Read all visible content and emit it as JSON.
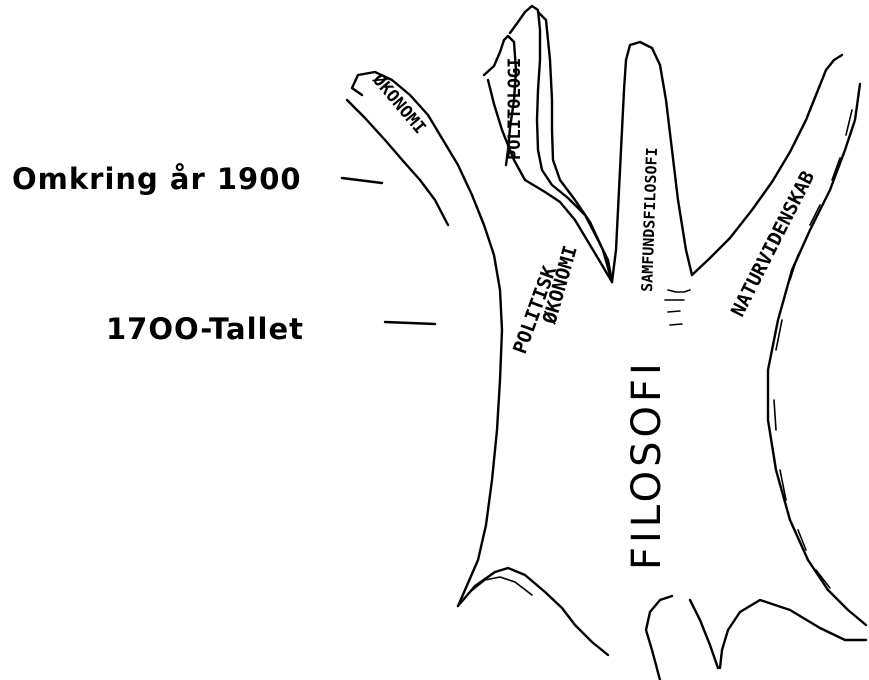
{
  "labels": {
    "around_1900": "Omkring år 1900",
    "century_1700": "17OO-Tallet"
  },
  "tree": {
    "trunk": "FILOSOFI",
    "branches": {
      "economy": "ØKONOMI",
      "politology": "POLITOLOGI",
      "political_economy_top": "POLITISK",
      "political_economy_bottom": "ØKONOMI",
      "social_philosophy": "SAMFUNDSFILOSOFI",
      "natural_science": "NATURVIDENSKAB"
    }
  },
  "colors": {
    "ink": "#000000",
    "background": "#ffffff"
  }
}
